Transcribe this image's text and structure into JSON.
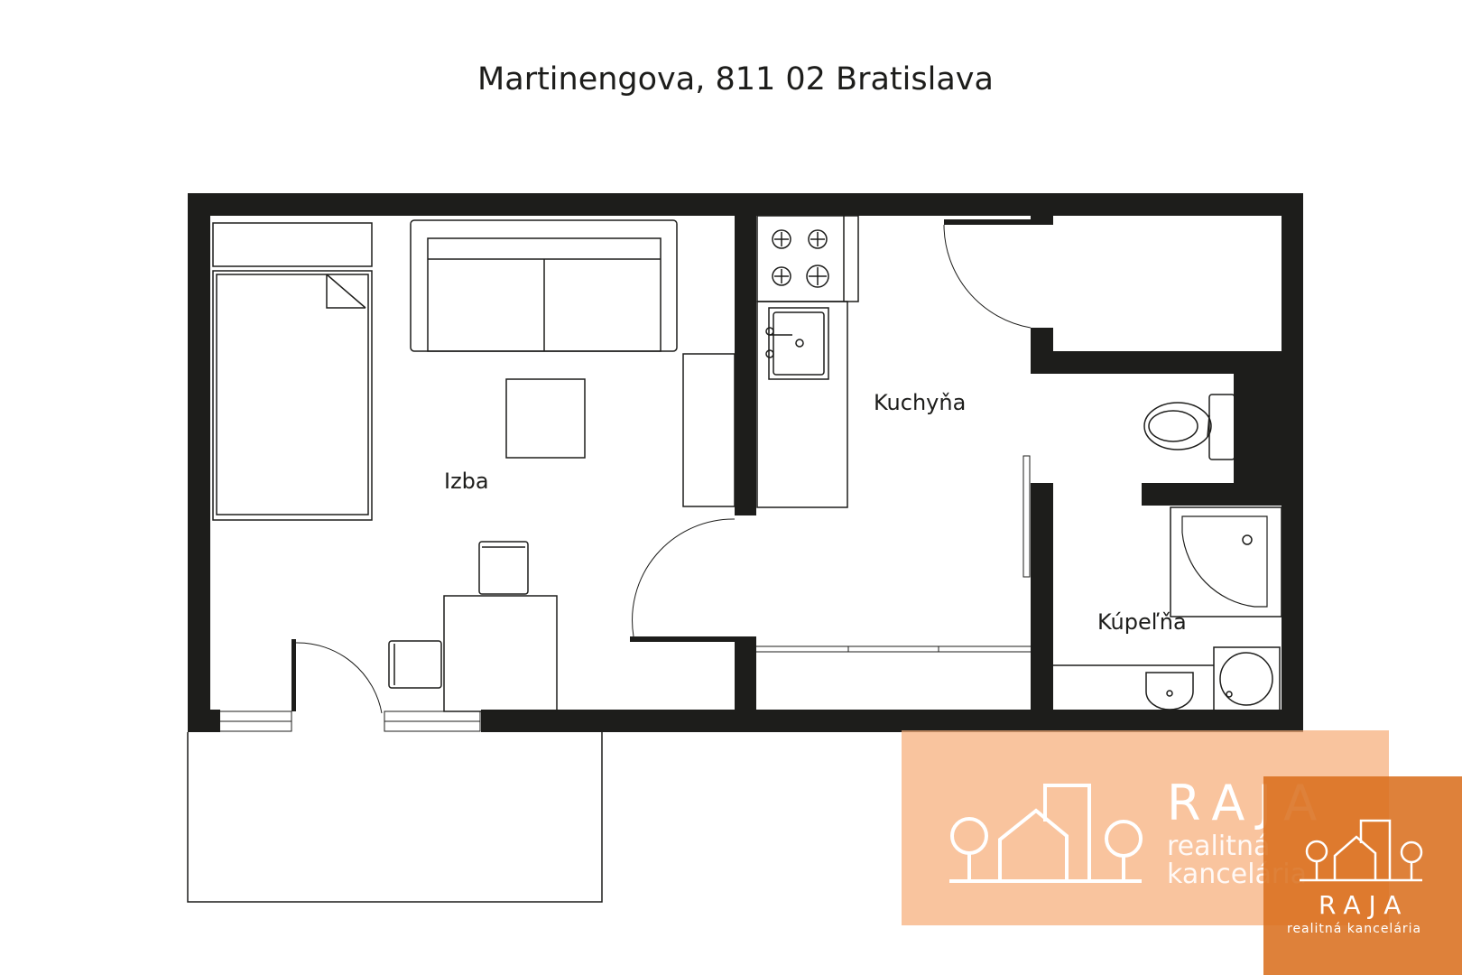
{
  "plan": {
    "address": "Martinengova, 811 02 Bratislava",
    "rooms": {
      "room": "Izba",
      "kitchen": "Kuchyňa",
      "bathroom": "Kúpeľňa"
    }
  },
  "watermark": {
    "brand": "RAJA",
    "tagline_line1": "realitná",
    "tagline_line2": "kancelária",
    "tagline_small": "realitná kancelária",
    "colors": {
      "light": "#f6ad79",
      "dark": "#d9701f"
    }
  }
}
